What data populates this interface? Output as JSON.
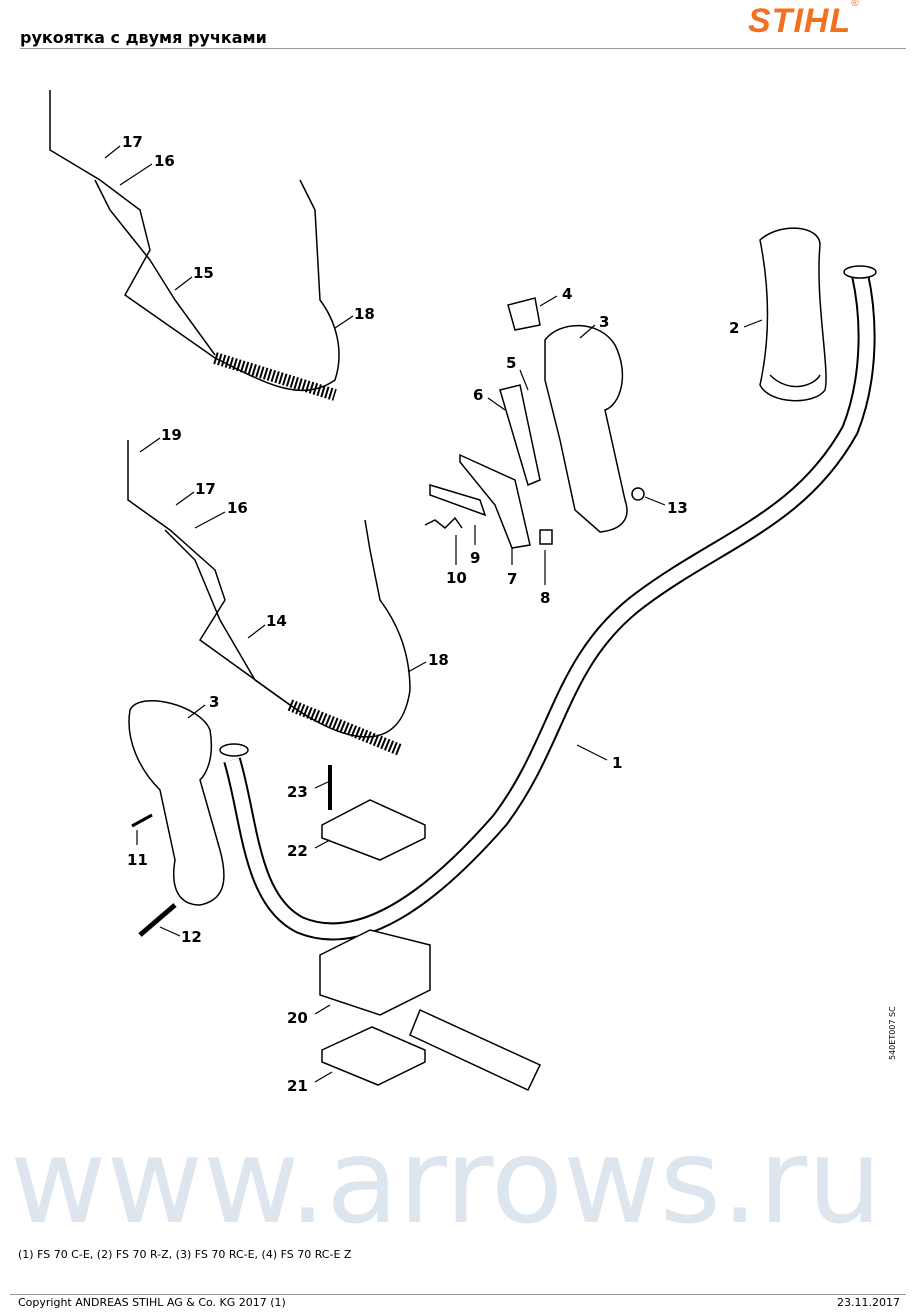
{
  "header": {
    "title": "рукоятка с двумя ручками",
    "logo": "STIHL",
    "logo_mark": "®"
  },
  "watermark": "www.arrows.ru",
  "callouts": [
    "17",
    "16",
    "15",
    "18",
    "4",
    "3",
    "2",
    "5",
    "6",
    "19",
    "17",
    "16",
    "13",
    "9",
    "7",
    "10",
    "8",
    "14",
    "18",
    "3",
    "1",
    "23",
    "11",
    "22",
    "12",
    "20",
    "21"
  ],
  "drawing_code": "540ET007 SC",
  "footer": {
    "models": "(1) FS 70 C-E, (2) FS 70 R-Z, (3) FS 70 RC-E, (4) FS 70 RC-E Z",
    "copyright": "Copyright ANDREAS STIHL AG & Co. KG 2017 (1)",
    "date": "23.11.2017"
  },
  "colors": {
    "brand": "#f37021",
    "watermark": "#dde6ee"
  }
}
